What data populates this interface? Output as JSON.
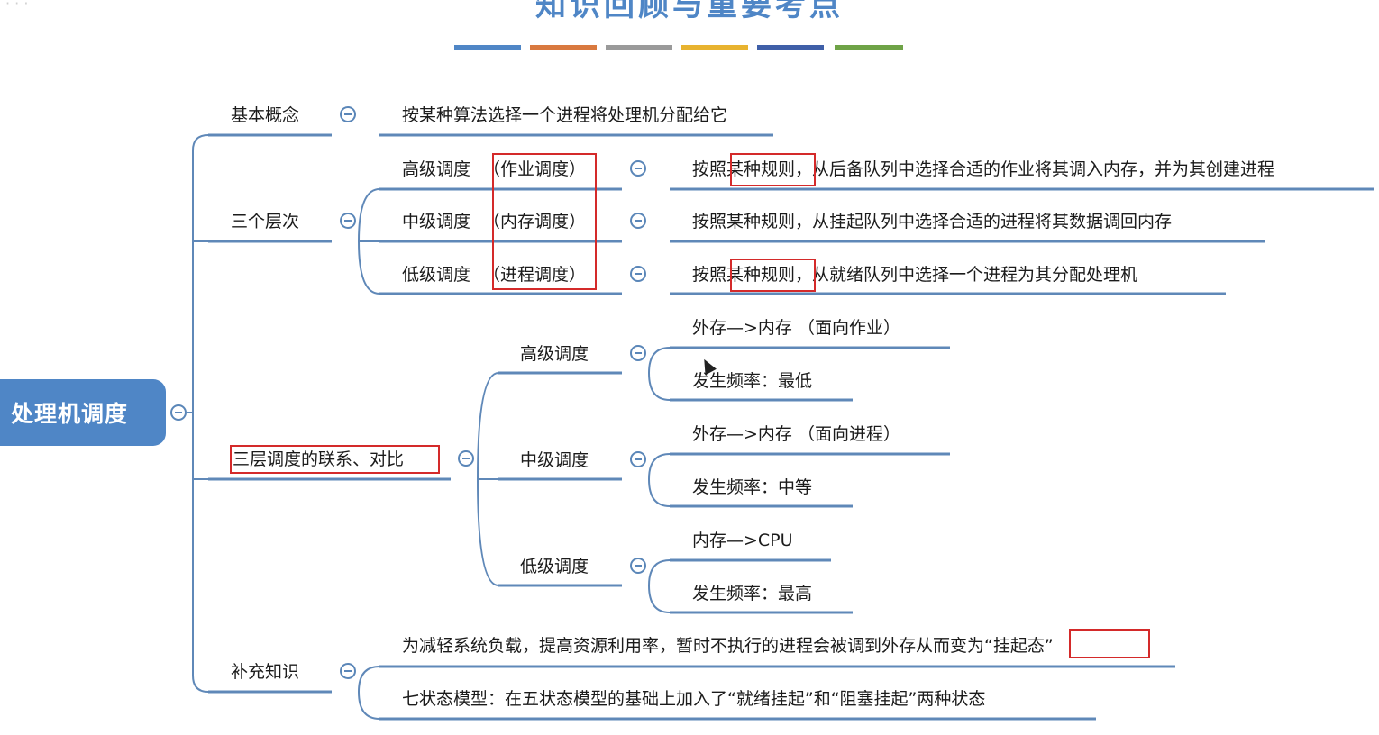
{
  "title": "知识回顾与重要考点",
  "palette": [
    "#4f86c6",
    "#d9793f",
    "#9a9a9a",
    "#e8b32f",
    "#3f5fa8",
    "#6fa347"
  ],
  "root": {
    "label": "处理机调度"
  },
  "branches": {
    "basic": {
      "label": "基本概念",
      "definition": "按某种算法选择一个进程将处理机分配给它"
    },
    "levels": {
      "label": "三个层次",
      "items": [
        {
          "name": "高级调度",
          "alias": "（作业调度）",
          "desc_prefix": "按照",
          "desc_rule": "某种规则",
          "desc_rest": "，从后备队列中选择合适的作业将其调入内存，并为其创建进程"
        },
        {
          "name": "中级调度",
          "alias": "（内存调度）",
          "desc_prefix": "按照",
          "desc_rule": "某种规则",
          "desc_rest": "，从挂起队列中选择合适的进程将其数据调回内存"
        },
        {
          "name": "低级调度",
          "alias": "（进程调度）",
          "desc_prefix": "按照",
          "desc_rule": "某种规则",
          "desc_rest": "，从就绪队列中选择一个进程为其分配处理机"
        }
      ]
    },
    "compare": {
      "label": "三层调度的联系、对比",
      "items": [
        {
          "name": "高级调度",
          "direction": "外存—>内存 （面向作业）",
          "frequency": "发生频率：最低"
        },
        {
          "name": "中级调度",
          "direction": "外存—>内存 （面向进程）",
          "frequency": "发生频率：中等"
        },
        {
          "name": "低级调度",
          "direction": "内存—>CPU",
          "frequency": "发生频率：最高"
        }
      ]
    },
    "extra": {
      "label": "补充知识",
      "line1_main": "为减轻系统负载，提高资源利用率，暂时不执行的进程会被调到外存从而变为",
      "line1_highlight": "“挂起态”",
      "line2": "七状态模型：在五状态模型的基础上加入了“就绪挂起”和“阻塞挂起”两种状态"
    }
  },
  "icons": {
    "collapse": "collapse-minus-icon",
    "cursor": "mouse-cursor-icon"
  }
}
